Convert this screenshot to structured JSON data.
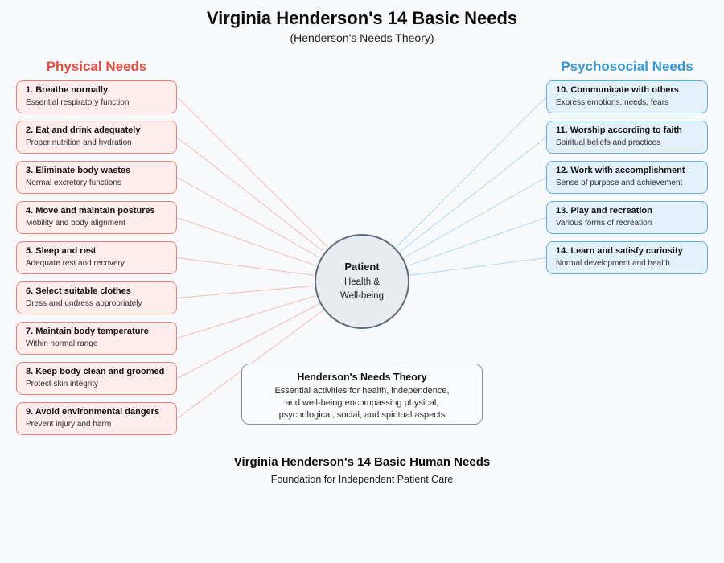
{
  "page": {
    "title": "Virginia Henderson's 14 Basic Needs",
    "subtitle": "(Henderson's Needs Theory)"
  },
  "physical": {
    "header": "Physical Needs",
    "items": [
      {
        "title": "1. Breathe normally",
        "desc": "Essential respiratory function"
      },
      {
        "title": "2. Eat and drink adequately",
        "desc": "Proper nutrition and hydration"
      },
      {
        "title": "3. Eliminate body wastes",
        "desc": "Normal excretory functions"
      },
      {
        "title": "4. Move and maintain postures",
        "desc": "Mobility and body alignment"
      },
      {
        "title": "5. Sleep and rest",
        "desc": "Adequate rest and recovery"
      },
      {
        "title": "6. Select suitable clothes",
        "desc": "Dress and undress appropriately"
      },
      {
        "title": "7. Maintain body temperature",
        "desc": "Within normal range"
      },
      {
        "title": "8. Keep body clean and groomed",
        "desc": "Protect skin integrity"
      },
      {
        "title": "9. Avoid environmental dangers",
        "desc": "Prevent injury and harm"
      }
    ]
  },
  "psychosocial": {
    "header": "Psychosocial Needs",
    "items": [
      {
        "title": "10. Communicate with others",
        "desc": "Express emotions, needs, fears"
      },
      {
        "title": "11. Worship according to faith",
        "desc": "Spiritual beliefs and practices"
      },
      {
        "title": "12. Work with accomplishment",
        "desc": "Sense of purpose and achievement"
      },
      {
        "title": "13. Play and recreation",
        "desc": "Various forms of recreation"
      },
      {
        "title": "14. Learn and satisfy curiosity",
        "desc": "Normal development and health"
      }
    ]
  },
  "center": {
    "title": "Patient",
    "line1": "Health &",
    "line2": "Well-being"
  },
  "theory": {
    "title": "Henderson's Needs Theory",
    "lines": [
      "Essential activities for health, independence,",
      "and well-being encompassing physical,",
      "psychological, social, and spiritual aspects"
    ]
  },
  "footer": {
    "title": "Virginia Henderson's 14 Basic Human Needs",
    "subtitle": "Foundation for Independent Patient Care"
  },
  "colors": {
    "bg": "#f8f9fa",
    "physical_accent": "#e74c3c",
    "physical_card_bg": "#fdedec",
    "physical_card_border": "#ee8277",
    "physical_line": "#f3bcb6",
    "psychosocial_accent": "#3498db",
    "psychosocial_card_bg": "#e3f1fb",
    "psychosocial_card_border": "#64aee0",
    "psychosocial_line": "#b3d7f0",
    "circle_fill": "#e9ecef",
    "circle_border": "#5d6b7a",
    "theory_border": "#858f99"
  }
}
